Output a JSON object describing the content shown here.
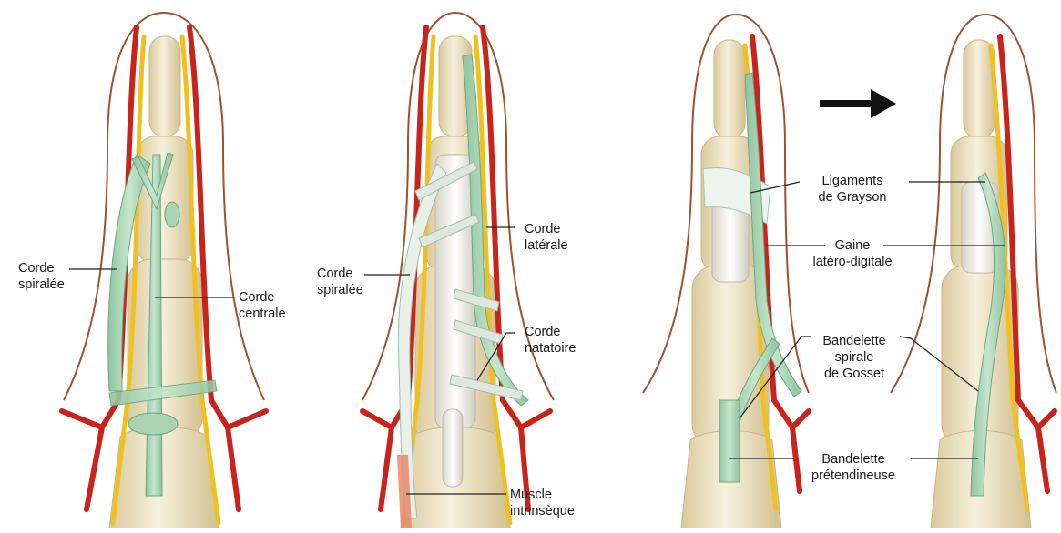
{
  "labels": {
    "p1_corde_spiralee": "Corde\nspiralée",
    "p1_corde_centrale": "Corde\ncentrale",
    "p2_corde_spiralee": "Corde\nspiralée",
    "p2_corde_laterale": "Corde\nlatérale",
    "p2_corde_natatoire": "Corde\nnatatoire",
    "p2_muscle_intrinseque": "Muscle\nintrinsèque",
    "p3_ligaments_grayson": "Ligaments\nde Grayson",
    "p3_gaine_latero_digitale": "Gaine\nlatéro-digitale",
    "p3_bandelette_spirale": "Bandelette\nspirale\nde Gosset",
    "p3_bandelette_pretendineuse": "Bandelette\nprétendineuse"
  },
  "colors": {
    "skin_outline": "#a0522d",
    "artery": "#c8241c",
    "nerve": "#f0c020",
    "cord": "#a9d3b3",
    "bone": "#efe4c4",
    "tendon": "#f4f1ea",
    "arrow": "#111111"
  }
}
